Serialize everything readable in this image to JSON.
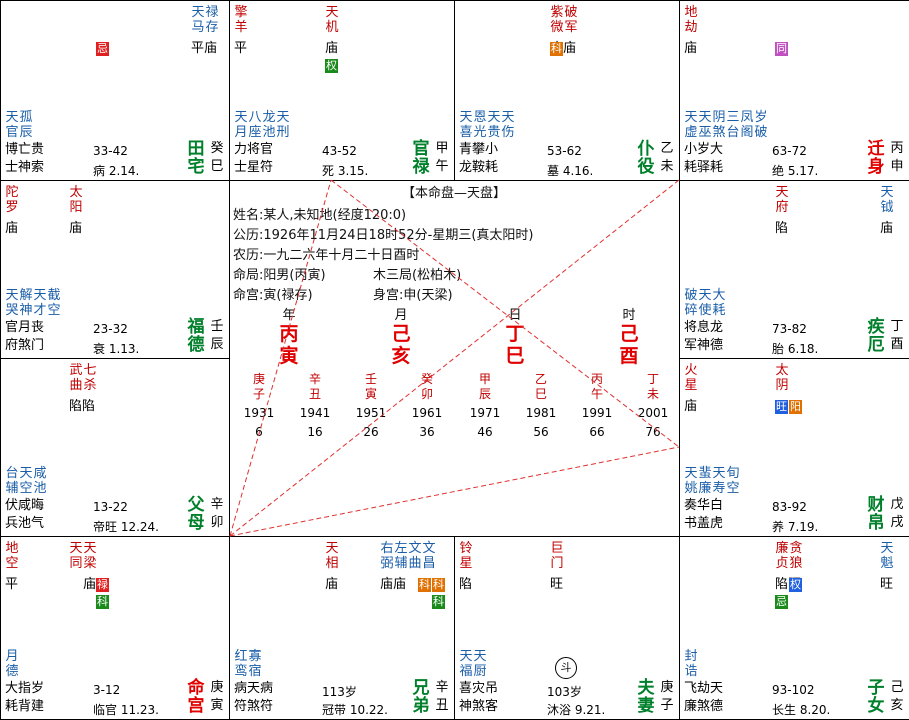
{
  "center": {
    "title": "【本命盘—天盘】",
    "name": "姓名:某人,未知地(经度120:0)",
    "solar": "公历:1926年11月24日18时52分-星期三(真太阳时)",
    "lunar": "农历:一九二六年十月二十日酉时",
    "mingju_a": "命局:阳男(丙寅)",
    "mingju_b": "木三局(松柏木)",
    "minggong_a": "命宫:寅(禄存)",
    "minggong_b": "身宫:申(天梁)",
    "pillars": [
      {
        "label": "年",
        "top": "丙",
        "bottom": "寅"
      },
      {
        "label": "月",
        "top": "己",
        "bottom": "亥"
      },
      {
        "label": "日",
        "top": "丁",
        "bottom": "巳"
      },
      {
        "label": "时",
        "top": "己",
        "bottom": "酉"
      }
    ],
    "luck": [
      {
        "stem": "庚",
        "branch": "子",
        "year": "1931",
        "age": "6"
      },
      {
        "stem": "辛",
        "branch": "丑",
        "year": "1941",
        "age": "16"
      },
      {
        "stem": "壬",
        "branch": "寅",
        "year": "1951",
        "age": "26"
      },
      {
        "stem": "癸",
        "branch": "卯",
        "year": "1961",
        "age": "36"
      },
      {
        "stem": "甲",
        "branch": "辰",
        "year": "1971",
        "age": "46"
      },
      {
        "stem": "乙",
        "branch": "巳",
        "year": "1981",
        "age": "56"
      },
      {
        "stem": "丙",
        "branch": "午",
        "year": "1991",
        "age": "66"
      },
      {
        "stem": "丁",
        "branch": "未",
        "year": "2001",
        "age": "76"
      }
    ]
  },
  "cells": {
    "si": {
      "stars_major": [
        {
          "t": "天马",
          "c": "blue"
        },
        {
          "t": "禄存",
          "c": "blue"
        }
      ],
      "major_status": [
        "平",
        "庙"
      ],
      "badge": {
        "t": "忌",
        "c": "b-red"
      },
      "minor": [
        {
          "t": "天官",
          "c": "blue"
        },
        {
          "t": "孤辰",
          "c": "blue"
        }
      ],
      "god1": [
        "博",
        "士"
      ],
      "god2": [
        "亡",
        "神"
      ],
      "god3": [
        "贵",
        "索"
      ],
      "age": "33-42",
      "life": "病 2.14.",
      "palace": [
        "田",
        "宅"
      ],
      "palace_red": false,
      "stem": [
        "癸",
        "巳"
      ]
    },
    "wu": {
      "stars_major": [
        {
          "t": "擎羊",
          "c": "red"
        },
        {
          "t": "天机",
          "c": "red"
        }
      ],
      "major_status": [
        "平",
        "庙"
      ],
      "badge": {
        "t": "权",
        "c": "b-green"
      },
      "minor": [
        {
          "t": "天月",
          "c": "blue"
        },
        {
          "t": "八座",
          "c": "blue"
        },
        {
          "t": "龙池",
          "c": "blue"
        },
        {
          "t": "天刑",
          "c": "blue"
        }
      ],
      "god1": [
        "力",
        "士"
      ],
      "god2": [
        "将",
        "星"
      ],
      "god3": [
        "官",
        "符"
      ],
      "age": "43-52",
      "life": "死 3.15.",
      "palace": [
        "官",
        "禄"
      ],
      "palace_red": false,
      "stem": [
        "甲",
        "午"
      ]
    },
    "wei": {
      "stars_major": [
        {
          "t": "紫微",
          "c": "red"
        },
        {
          "t": "破军",
          "c": "red"
        }
      ],
      "major_status": [
        "庙",
        "庙"
      ],
      "badge": {
        "t": "科",
        "c": "b-orange"
      },
      "minor": [
        {
          "t": "天喜",
          "c": "blue"
        },
        {
          "t": "恩光",
          "c": "blue"
        },
        {
          "t": "天贵",
          "c": "blue"
        },
        {
          "t": "天伤",
          "c": "blue"
        }
      ],
      "god1": [
        "青",
        "龙"
      ],
      "god2": [
        "攀",
        "鞍"
      ],
      "god3": [
        "小",
        "耗"
      ],
      "age": "53-62",
      "life": "墓 4.16.",
      "palace": [
        "仆",
        "役"
      ],
      "palace_red": false,
      "stem": [
        "乙",
        "未"
      ]
    },
    "shen": {
      "stars_major": [
        {
          "t": "地劫",
          "c": "red"
        }
      ],
      "major_status": [
        "庙"
      ],
      "badge": {
        "t": "同",
        "c": "b-purple"
      },
      "minor": [
        {
          "t": "天虚",
          "c": "blue"
        },
        {
          "t": "天巫",
          "c": "blue"
        },
        {
          "t": "阴煞",
          "c": "blue"
        },
        {
          "t": "三台",
          "c": "blue"
        },
        {
          "t": "凤阁",
          "c": "blue"
        },
        {
          "t": "岁破",
          "c": "blue"
        }
      ],
      "god1": [
        "小",
        "耗"
      ],
      "god2": [
        "岁",
        "驿"
      ],
      "god3": [
        "大",
        "耗"
      ],
      "age": "63-72",
      "life": "绝 5.17.",
      "palace": [
        "迁",
        "身"
      ],
      "palace_red": true,
      "stem": [
        "丙",
        "申"
      ]
    },
    "chen": {
      "stars_major": [
        {
          "t": "陀罗",
          "c": "red"
        },
        {
          "t": "太阳",
          "c": "red"
        }
      ],
      "major_status": [
        "庙",
        "庙"
      ],
      "badge": null,
      "minor": [
        {
          "t": "天哭",
          "c": "blue"
        },
        {
          "t": "解神",
          "c": "blue"
        },
        {
          "t": "天才",
          "c": "blue"
        },
        {
          "t": "截空",
          "c": "blue"
        }
      ],
      "god1": [
        "官",
        "府"
      ],
      "god2": [
        "月",
        "煞"
      ],
      "god3": [
        "丧",
        "门"
      ],
      "age": "23-32",
      "life": "衰 1.13.",
      "palace": [
        "福",
        "德"
      ],
      "palace_red": false,
      "stem": [
        "壬",
        "辰"
      ]
    },
    "you": {
      "stars_major": [
        {
          "t": "天府",
          "c": "red"
        },
        {
          "t": "天钺",
          "c": "blue"
        }
      ],
      "major_status": [
        "陷",
        "庙"
      ],
      "badge": null,
      "minor": [
        {
          "t": "破碎",
          "c": "blue"
        },
        {
          "t": "天使",
          "c": "blue"
        },
        {
          "t": "大耗",
          "c": "blue"
        }
      ],
      "god1": [
        "将",
        "军"
      ],
      "god2": [
        "息",
        "神"
      ],
      "god3": [
        "龙",
        "德"
      ],
      "age": "73-82",
      "life": "胎 6.18.",
      "palace": [
        "疾",
        "厄"
      ],
      "palace_red": false,
      "stem": [
        "丁",
        "酉"
      ]
    },
    "mao": {
      "stars_major": [
        {
          "t": "武曲",
          "c": "red"
        },
        {
          "t": "七杀",
          "c": "red"
        }
      ],
      "major_status": [
        "陷",
        "陷"
      ],
      "badge": null,
      "minor": [
        {
          "t": "台辅",
          "c": "blue"
        },
        {
          "t": "天空",
          "c": "blue"
        },
        {
          "t": "咸池",
          "c": "blue"
        }
      ],
      "god1": [
        "伏",
        "兵"
      ],
      "god2": [
        "咸",
        "池"
      ],
      "god3": [
        "晦",
        "气"
      ],
      "age": "13-22",
      "life": "帝旺 12.24.",
      "palace": [
        "父",
        "母"
      ],
      "palace_red": false,
      "stem": [
        "辛",
        "卯"
      ]
    },
    "xu": {
      "stars_major": [
        {
          "t": "火星",
          "c": "red"
        },
        {
          "t": "太阴",
          "c": "red"
        }
      ],
      "major_status": [
        "庙"
      ],
      "badge": {
        "t": "旺阳",
        "c": "b-blue"
      },
      "minor": [
        {
          "t": "天姚",
          "c": "blue"
        },
        {
          "t": "蜚廉",
          "c": "blue"
        },
        {
          "t": "天寿",
          "c": "blue"
        },
        {
          "t": "旬空",
          "c": "blue"
        }
      ],
      "god1": [
        "奏",
        "书"
      ],
      "god2": [
        "华",
        "盖"
      ],
      "god3": [
        "白",
        "虎"
      ],
      "age": "83-92",
      "life": "养 7.19.",
      "palace": [
        "财",
        "帛"
      ],
      "palace_red": false,
      "stem": [
        "戊",
        "戌"
      ]
    },
    "yin": {
      "stars_major": [
        {
          "t": "地空",
          "c": "red"
        },
        {
          "t": "天同",
          "c": "red"
        },
        {
          "t": "天梁",
          "c": "red"
        }
      ],
      "major_status": [
        "平",
        "庙"
      ],
      "badge": {
        "t": "禄",
        "c": "b-red"
      },
      "minor": [
        {
          "t": "月德",
          "c": "blue"
        }
      ],
      "god1": [
        "大",
        "耗"
      ],
      "god2": [
        "指",
        "背"
      ],
      "god3": [
        "岁",
        "建"
      ],
      "age": "3-12",
      "life": "临官 11.23.",
      "palace": [
        "命",
        "宫"
      ],
      "palace_red": true,
      "stem": [
        "庚",
        "寅"
      ]
    },
    "chou": {
      "stars_major": [
        {
          "t": "天相",
          "c": "red"
        },
        {
          "t": "右弼",
          "c": "blue"
        },
        {
          "t": "左辅",
          "c": "blue"
        },
        {
          "t": "文曲",
          "c": "blue"
        },
        {
          "t": "文昌",
          "c": "blue"
        }
      ],
      "major_status": [
        "庙",
        "庙",
        "庙"
      ],
      "badge": {
        "t": "科",
        "c": "b-green"
      },
      "minor": [
        {
          "t": "红鸾",
          "c": "blue"
        },
        {
          "t": "寡宿",
          "c": "blue"
        }
      ],
      "god1": [
        "病",
        "符"
      ],
      "god2": [
        "天",
        "煞"
      ],
      "god3": [
        "病",
        "符"
      ],
      "age": "113岁",
      "life": "冠带 10.22.",
      "palace": [
        "兄",
        "弟"
      ],
      "palace_red": false,
      "stem": [
        "辛",
        "丑"
      ]
    },
    "zi": {
      "stars_major": [
        {
          "t": "铃星",
          "c": "red"
        },
        {
          "t": "巨门",
          "c": "red"
        }
      ],
      "major_status": [
        "陷",
        "旺"
      ],
      "badge": null,
      "minor": [
        {
          "t": "天福",
          "c": "blue"
        },
        {
          "t": "天厨",
          "c": "blue"
        }
      ],
      "god1": [
        "喜",
        "神"
      ],
      "god2": [
        "灾",
        "煞"
      ],
      "god3": [
        "吊",
        "客"
      ],
      "age": "103岁",
      "life": "沐浴 9.21.",
      "circle": "斗",
      "palace": [
        "夫",
        "妻"
      ],
      "palace_red": false,
      "stem": [
        "庚",
        "子"
      ]
    },
    "hai": {
      "stars_major": [
        {
          "t": "廉贞",
          "c": "red"
        },
        {
          "t": "贪狼",
          "c": "red"
        },
        {
          "t": "天魁",
          "c": "blue"
        }
      ],
      "major_status": [
        "陷",
        "旺"
      ],
      "badge": {
        "t": "权",
        "c": "b-blue"
      },
      "badge2": {
        "t": "忌",
        "c": "b-green"
      },
      "minor": [
        {
          "t": "封诰",
          "c": "blue"
        }
      ],
      "god1": [
        "飞",
        "廉"
      ],
      "god2": [
        "劫",
        "煞"
      ],
      "god3": [
        "天",
        "德"
      ],
      "age": "93-102",
      "life": "长生 8.20.",
      "palace": [
        "子",
        "女"
      ],
      "palace_red": false,
      "stem": [
        "己",
        "亥"
      ]
    }
  }
}
